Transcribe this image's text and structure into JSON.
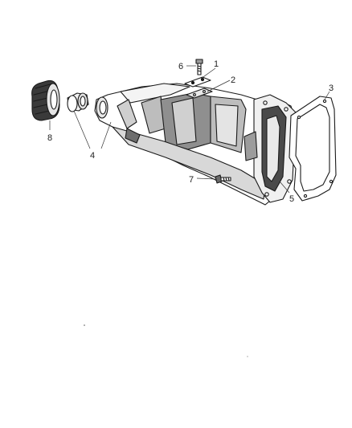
{
  "diagram": {
    "callouts": [
      "1",
      "2",
      "3",
      "4",
      "5",
      "6",
      "7",
      "8"
    ],
    "colors": {
      "ink": "#1a1a1a",
      "shade": "#3a3a3a",
      "light": "#d9d9d9",
      "paper": "#ffffff"
    }
  }
}
